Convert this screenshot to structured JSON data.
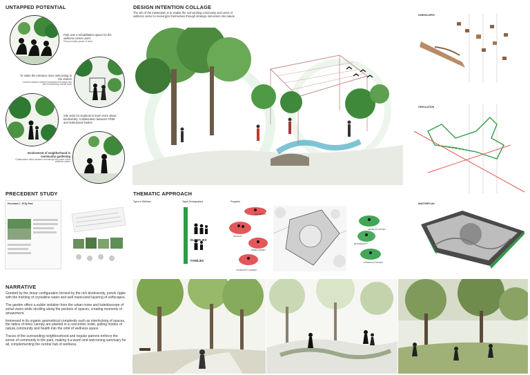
{
  "sections": {
    "untapped": "UNTAPPED POTENTIAL",
    "design": "DESIGN INTENTION COLLAGE",
    "precedent": "PRECEDENT STUDY",
    "thematic": "THEMATIC APPROACH",
    "narrative": "NARRATIVE"
  },
  "design_intro": "The aim of the masterplan is to enable the surrounding community and users of wellness center to reenergize themselves through strategic immersion into nature",
  "potential": [
    {
      "title": "Park acts a rehabilitation space for the wellness center users",
      "note": "Park promotes peace of mind"
    },
    {
      "title": "To make the entrance more welcoming to the visitors",
      "note": "Current entrance seemed secluded and wares into site is blocked by overall trees"
    },
    {
      "title": "Site visits for students to learn more about biodiversity. Collaboration between FRIM and institutional bodies",
      "note": ""
    },
    {
      "title": "Involvement of neighborhood in community gardening",
      "note": "Collaboration effort between community and users of the wellness center"
    }
  ],
  "right_labels": {
    "hardscapes": "HARDSCAPES",
    "circulation": "CIRCULATION",
    "masterplan": "MASTERPLAN"
  },
  "precedent_title": "Precedent 2 - El Ey Park",
  "thematic": {
    "types_title": "Types of Wellness",
    "demo_title": "Target Demographics",
    "programs_title": "Programs",
    "demographics": [
      "ELDERLIES",
      "FAMILIES"
    ],
    "programs": [
      "GATHERING",
      "PAVILION",
      "HERB GARDEN",
      "COMMUNITY GARDEN",
      "SENSE ACTIVITIES",
      "BIODIVERSITY",
      "FITNESS ACTIVITIES"
    ]
  },
  "narrative": [
    "Greeted by the linear configuration formed by the rich biodiversity, ponds ripple with the trickling of crystalline water and well manicured layering of softscapes.",
    "The garden offers a subtle isolation from the urban noise and kaleidoscope of serial vision while strolling along the pockets of spaces, creating moments of amazement.",
    "Immersed in its organic geometrical complexity such as interlocking of spaces, the lattice of trees canopy are planted in a concentric order, pulling modes of nature,community and health into the orbit of wellness space.",
    "Traces of the surrounding neighbourhood and regular patrons enforce the sense of community in the park, making it a warm and welcoming sanctuary for all, complementing the central hub of wellness."
  ],
  "colors": {
    "accent_green": "#2e9b45",
    "accent_red": "#e2585a",
    "tree_green": "#3f8a3a"
  }
}
